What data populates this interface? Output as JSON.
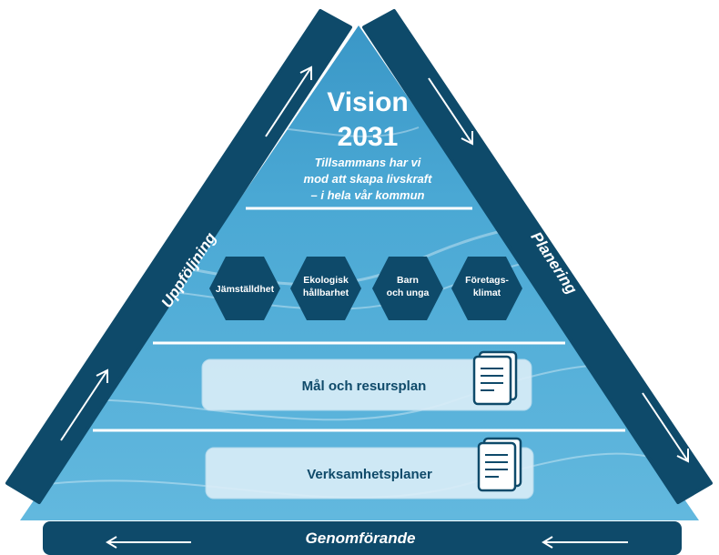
{
  "vision": {
    "title_line1": "Vision",
    "title_line2": "2031",
    "tagline_line1": "Tillsammans har vi",
    "tagline_line2": "mod att skapa livskraft",
    "tagline_line3": "– i hela vår kommun"
  },
  "focus_areas": [
    {
      "line1": "Jämställdhet",
      "line2": ""
    },
    {
      "line1": "Ekologisk",
      "line2": "hållbarhet"
    },
    {
      "line1": "Barn",
      "line2": "och unga"
    },
    {
      "line1": "Företags-",
      "line2": "klimat"
    }
  ],
  "plans": {
    "goals_label": "Mål och resursplan",
    "operations_label": "Verksamhetsplaner"
  },
  "cycle": {
    "left_label": "Uppföljning",
    "right_label": "Planering",
    "bottom_label": "Genomförande"
  },
  "colors": {
    "dark_navy": "#0e4a6a",
    "light_blue": "#6fbfe1",
    "mid_blue": "#3d9dcb",
    "pale_box": "#dbeef8"
  }
}
